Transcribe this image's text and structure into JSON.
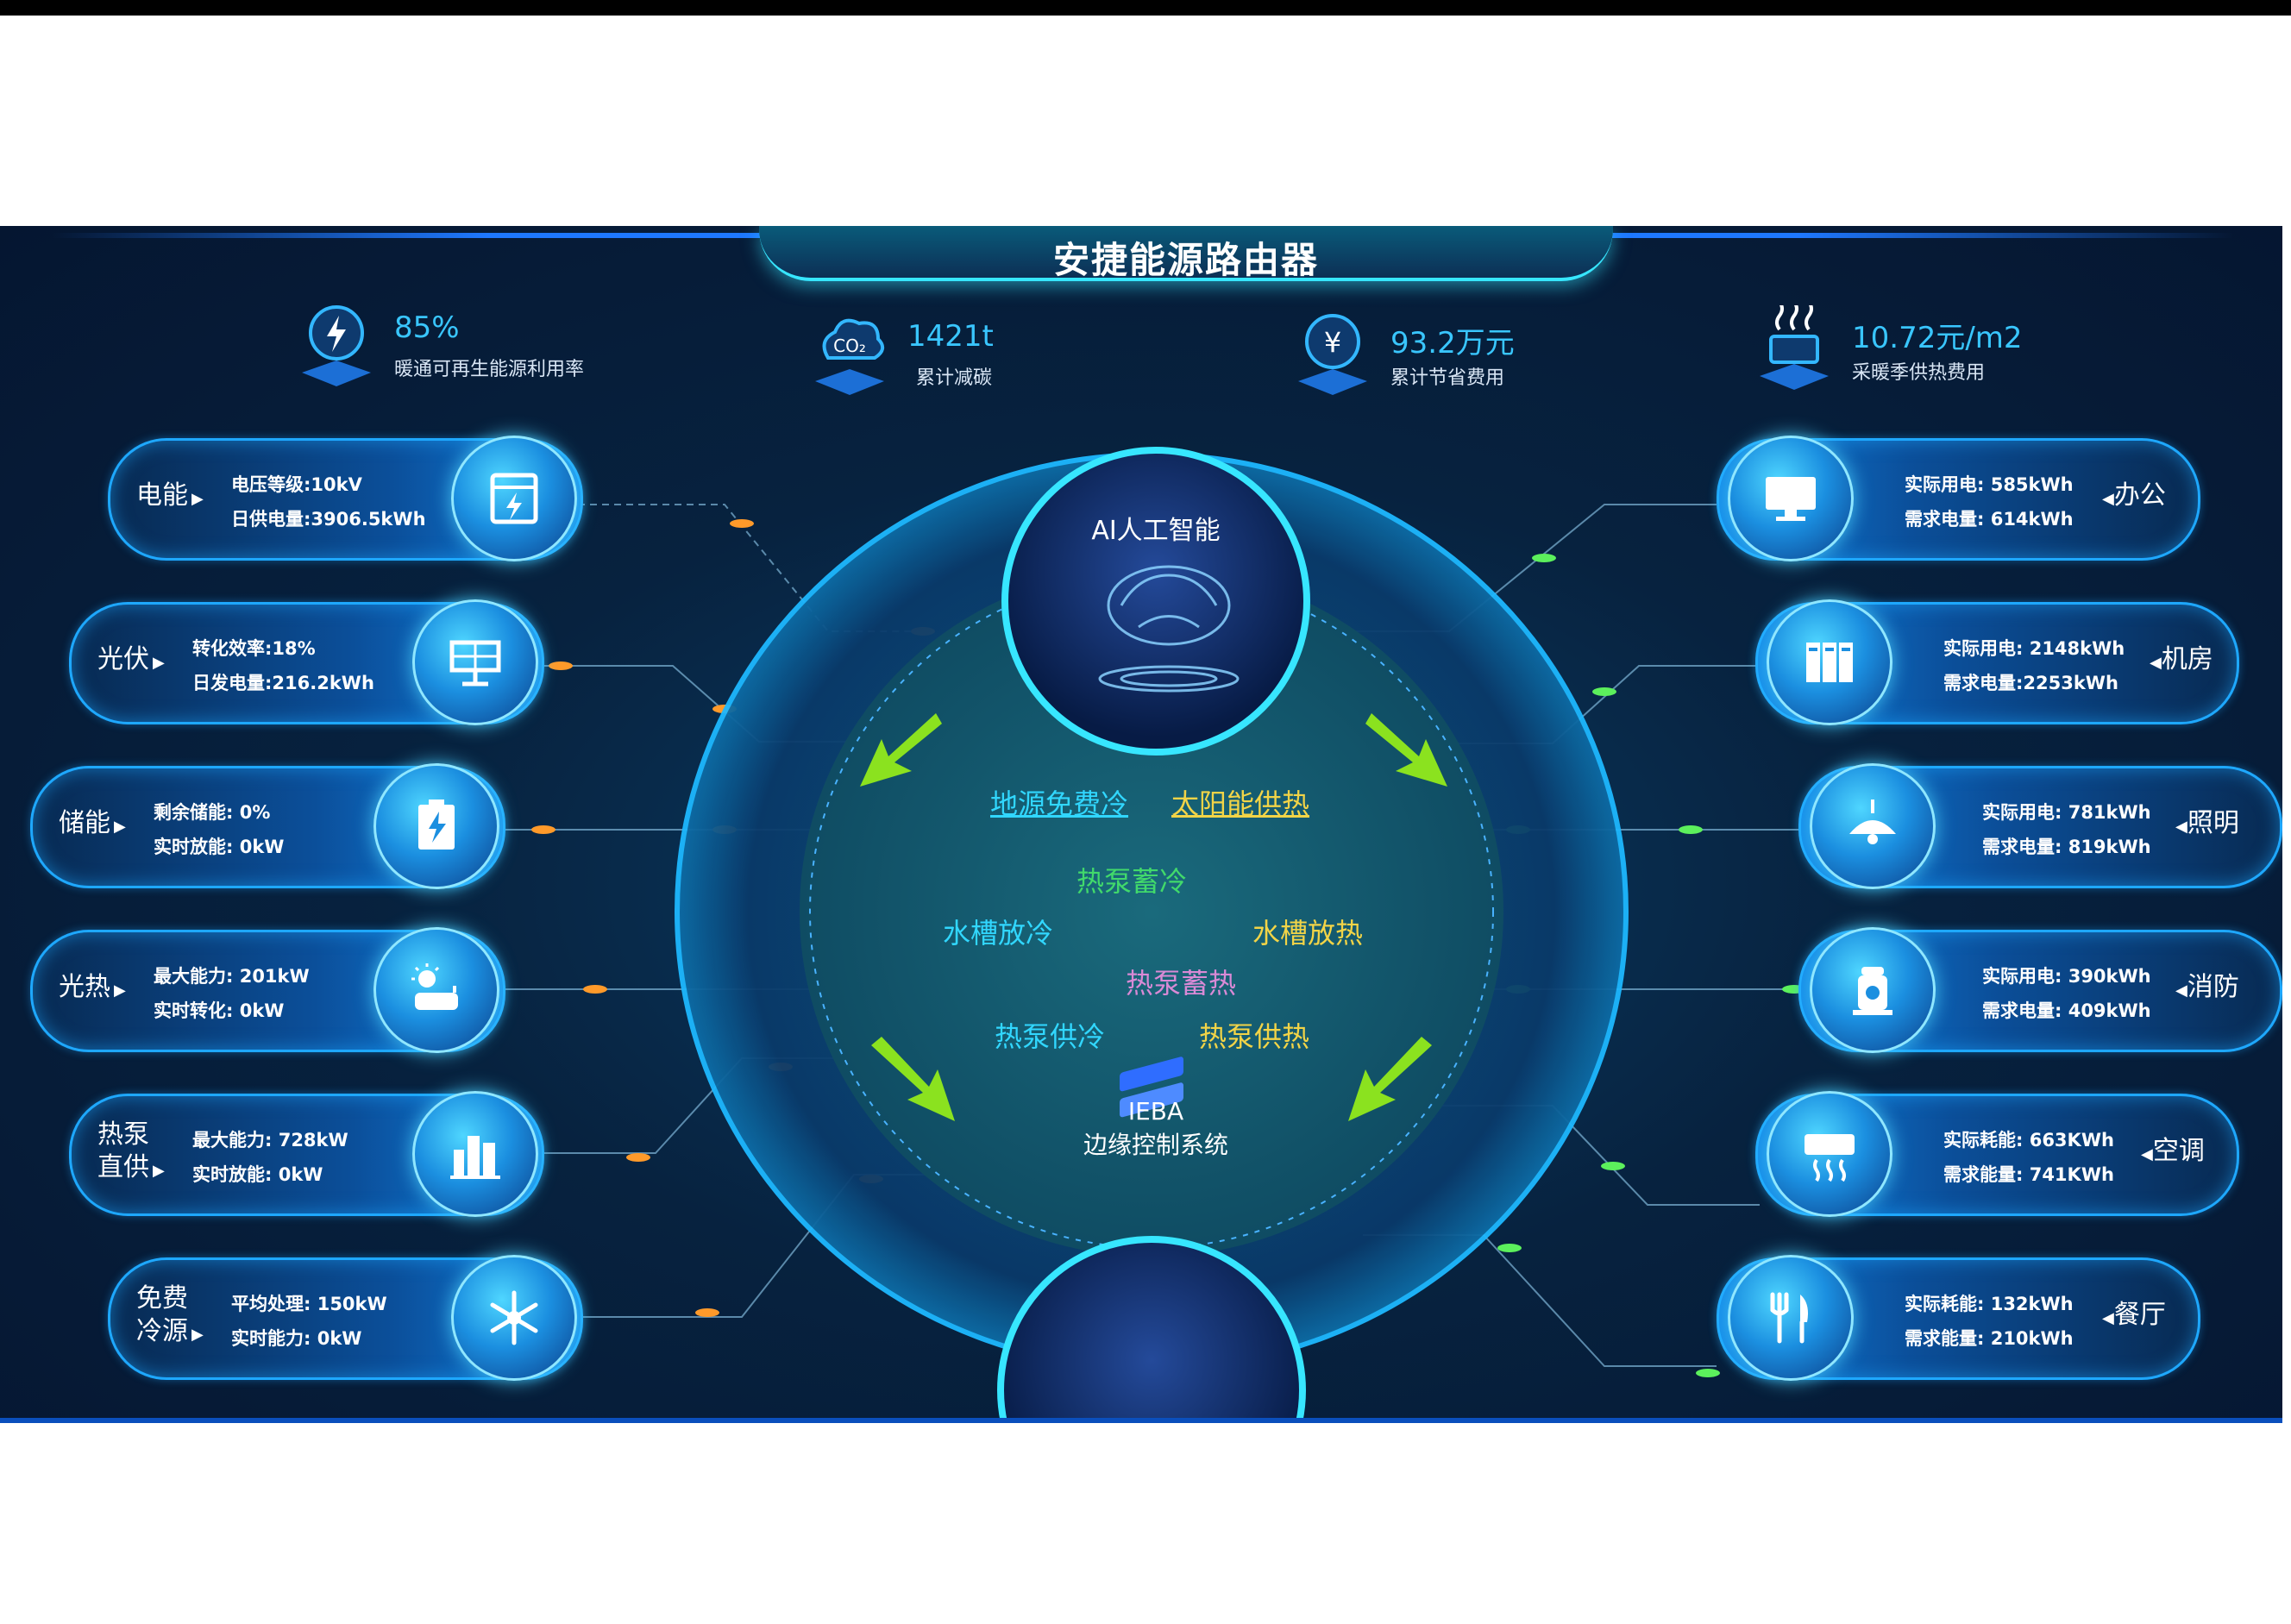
{
  "title": "安捷能源路由器",
  "kpis": [
    {
      "value": "85%",
      "label": "暖通可再生能源利用率",
      "icon": "lightning-hex-icon"
    },
    {
      "value": "1421t",
      "label": "累计减碳",
      "icon": "co2-icon"
    },
    {
      "value": "93.2万元",
      "label": "累计节省费用",
      "icon": "yen-icon"
    },
    {
      "value": "10.72元/m2",
      "label": "采暖季供热费用",
      "icon": "heating-icon"
    }
  ],
  "left": [
    {
      "name": "电能",
      "line1": "电压等级:10kV",
      "line2": "日供电量:3906.5kWh",
      "icon": "electric-cabinet-icon"
    },
    {
      "name": "光伏",
      "line1": "转化效率:18%",
      "line2": "日发电量:216.2kWh",
      "icon": "solar-panel-icon"
    },
    {
      "name": "储能",
      "line1": "剩余储能:  0%",
      "line2": "实时放能:  0kW",
      "icon": "battery-icon"
    },
    {
      "name": "光热",
      "line1": "最大能力:    201kW",
      "line2": "实时转化:    0kW",
      "icon": "solar-heater-icon"
    },
    {
      "name": "热泵\n直供",
      "line1": "最大能力:  728kW",
      "line2": "实时放能:  0kW",
      "icon": "heat-pump-icon"
    },
    {
      "name": "免费\n冷源",
      "line1": "平均处理: 150kW",
      "line2": "实时能力: 0kW",
      "icon": "snowflake-icon"
    }
  ],
  "right": [
    {
      "name": "办公",
      "line1": "实际用电: 585kWh",
      "line2": "需求电量: 614kWh",
      "icon": "monitor-icon"
    },
    {
      "name": "机房",
      "line1": "实际用电: 2148kWh",
      "line2": "需求电量:2253kWh",
      "icon": "server-rack-icon"
    },
    {
      "name": "照明",
      "line1": "实际用电:   781kWh",
      "line2": "需求电量:   819kWh",
      "icon": "lamp-icon"
    },
    {
      "name": "消防",
      "line1": "实际用电: 390kWh",
      "line2": "需求电量: 409kWh",
      "icon": "fire-hydrant-icon"
    },
    {
      "name": "空调",
      "line1": "实际耗能: 663KWh",
      "line2": "需求能量: 741KWh",
      "icon": "air-conditioner-icon"
    },
    {
      "name": "餐厅",
      "line1": "实际耗能: 132kWh",
      "line2": "需求能量: 210kWh",
      "icon": "fork-knife-icon"
    }
  ],
  "center": {
    "ai_label": "AI人工智能",
    "ieba_label": "IEBA",
    "edge_label": "边缘控制系统",
    "flows": [
      {
        "text": "地源免费冷",
        "color": "#31d7ff"
      },
      {
        "text": "太阳能供热",
        "color": "#f2d447"
      },
      {
        "text": "热泵蓄冷",
        "color": "#41d96b"
      },
      {
        "text": "水槽放冷",
        "color": "#31d7ff"
      },
      {
        "text": "水槽放热",
        "color": "#f2d447"
      },
      {
        "text": "热泵蓄热",
        "color": "#d98ad6"
      },
      {
        "text": "热泵供冷",
        "color": "#31d7ff"
      },
      {
        "text": "热泵供热",
        "color": "#f2d447"
      }
    ]
  }
}
